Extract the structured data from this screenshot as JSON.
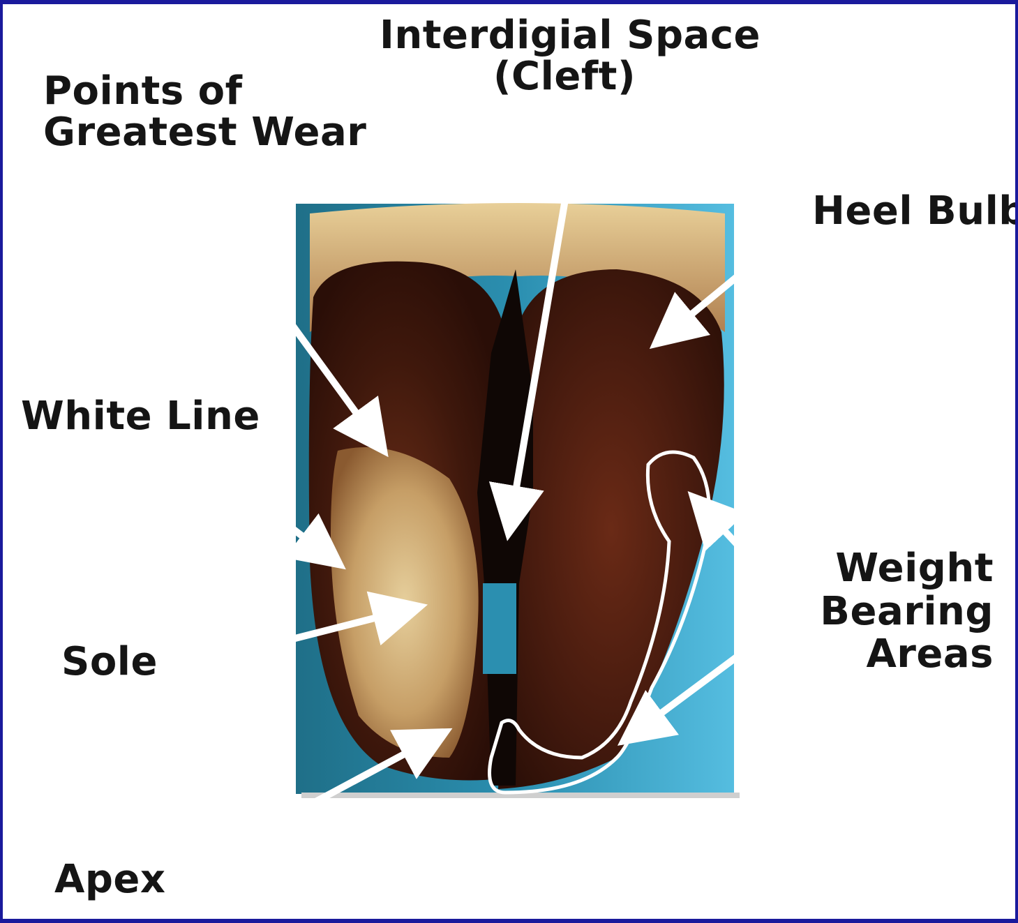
{
  "labels": {
    "cleft": "Interdigial Space\n(Cleft)",
    "greatest_wear": "Points of\nGreatest Wear",
    "heel_bulb": "Heel Bulb",
    "white_line": "White Line",
    "weight_bearing": "Weight\nBearing\nAreas",
    "sole": "Sole",
    "apex": "Apex"
  },
  "colors": {
    "frame": "#1a1a9c",
    "background_blue": "#2e9ec4",
    "hoof_dark": "#3a160c",
    "sole_tan": "#c9a572",
    "arrow": "#ffffff"
  }
}
